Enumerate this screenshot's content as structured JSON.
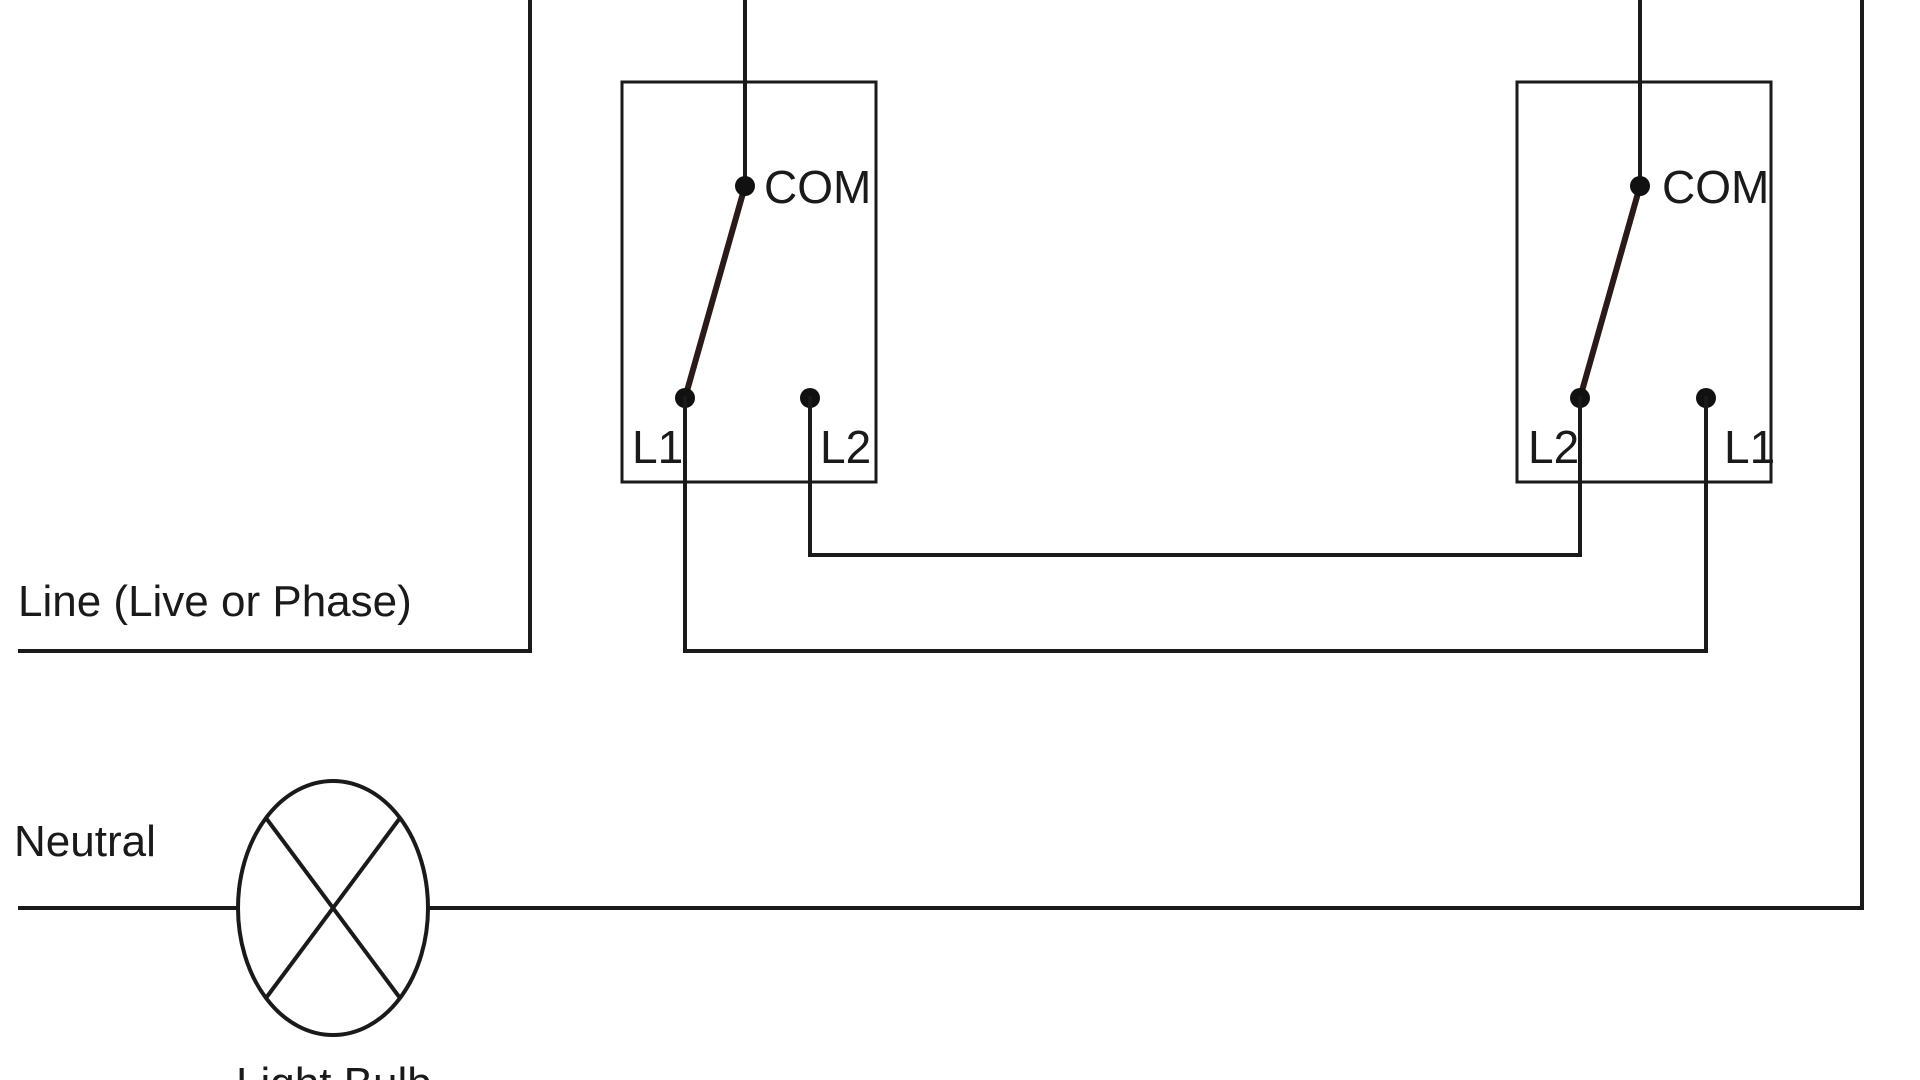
{
  "diagram": {
    "labels": {
      "line": "Line (Live or Phase)",
      "neutral": "Neutral",
      "light_bulb": "Light Bulb"
    },
    "switch_1": {
      "common": "COM",
      "terminal_left": "L1",
      "terminal_right": "L2"
    },
    "switch_2": {
      "common": "COM",
      "terminal_left": "L2",
      "terminal_right": "L1"
    },
    "colors": {
      "wire": "#1a1a1a",
      "lever": "#2a1a1a",
      "background": "#ffffff"
    }
  }
}
